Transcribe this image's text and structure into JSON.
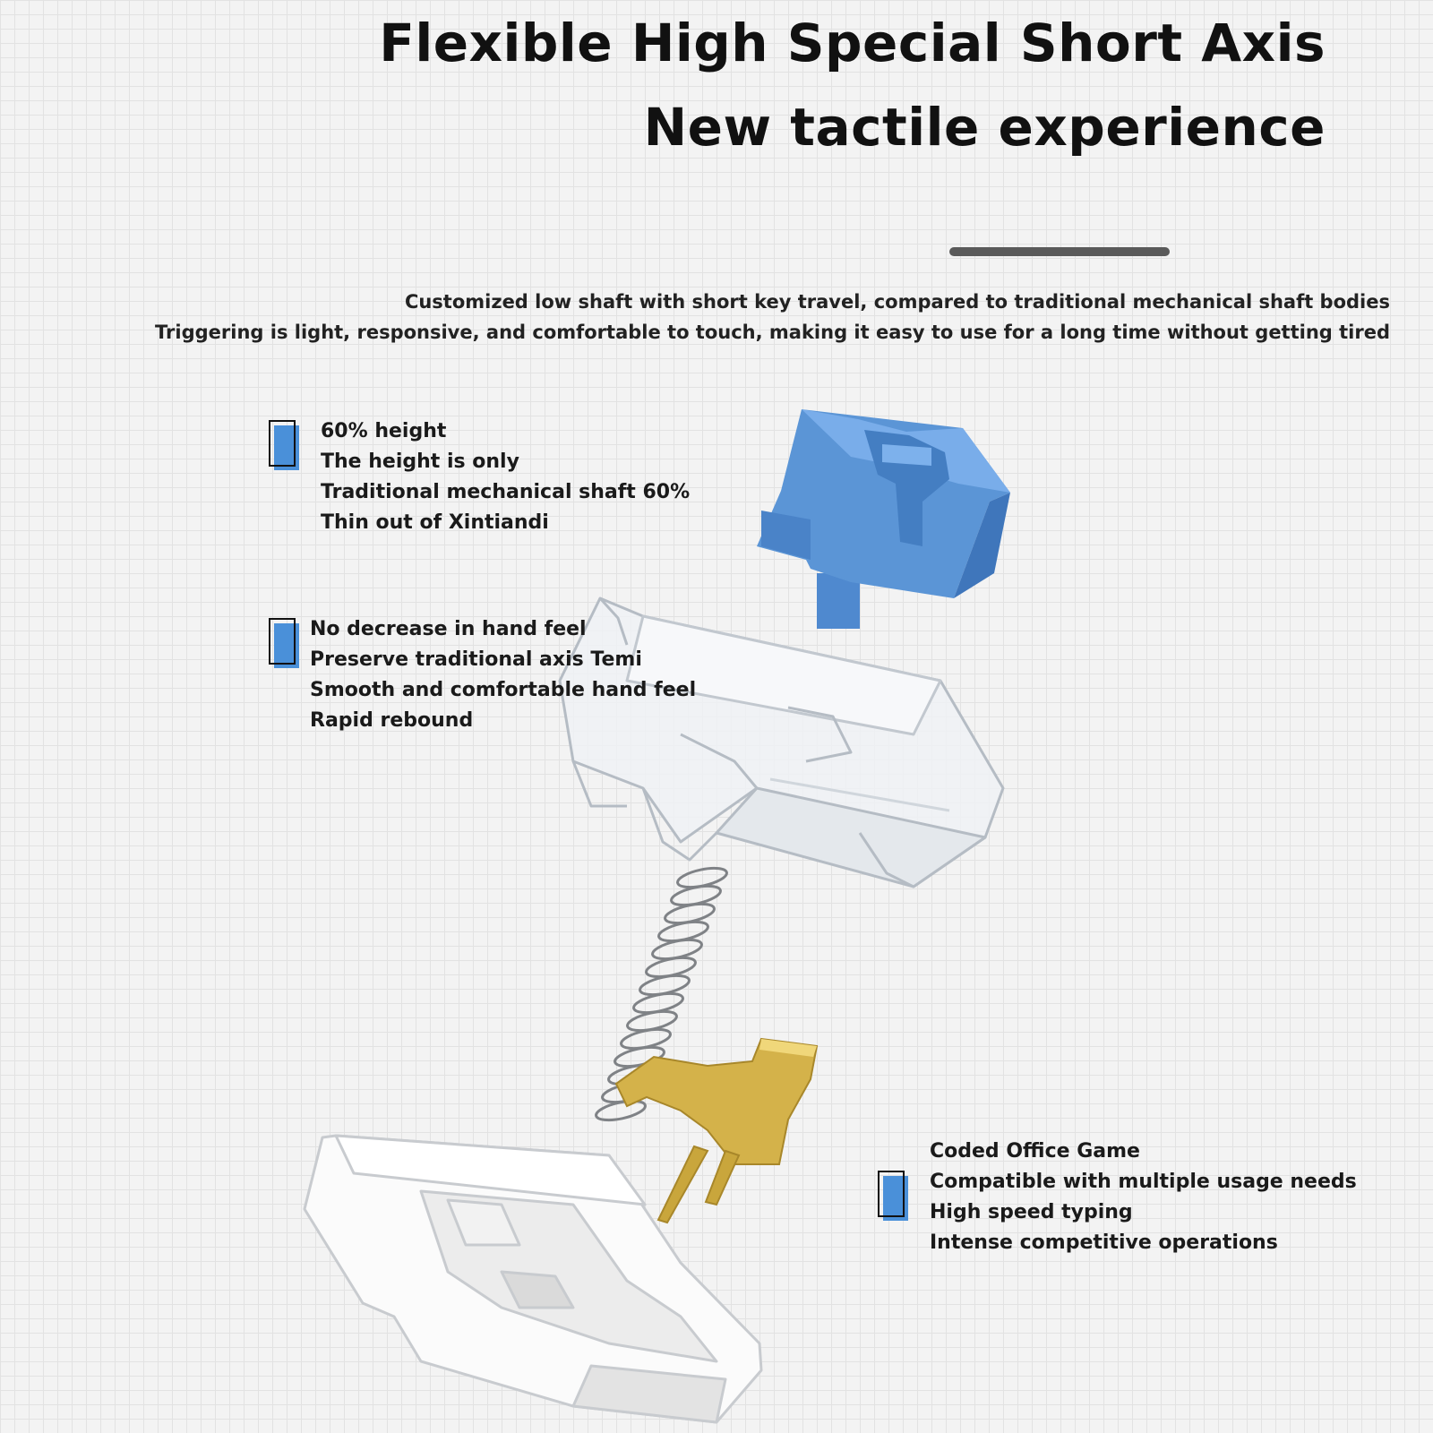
{
  "header": {
    "title_line1": "Flexible High Special Short Axis",
    "title_line2": "New tactile experience",
    "subtitle_line1": "Customized low shaft with short key travel, compared to traditional mechanical shaft bodies",
    "subtitle_line2": "Triggering is light, responsive, and comfortable to touch, making it easy to use for a long time without getting tired"
  },
  "features": [
    {
      "lines": [
        "60% height",
        "The height is only",
        "Traditional mechanical shaft 60%",
        "Thin out of Xintiandi"
      ]
    },
    {
      "lines": [
        "No decrease in hand feel",
        "Preserve traditional axis Temi",
        "Smooth and comfortable hand feel",
        "Rapid rebound"
      ]
    },
    {
      "lines": [
        "Coded Office Game",
        "Compatible with multiple usage needs",
        "High speed typing",
        "Intense competitive operations"
      ]
    }
  ],
  "colors": {
    "accent_blue": "#4a90d9",
    "stem_blue": "#5b95d6",
    "contact_gold": "#d4b24a",
    "divider_gray": "#5a5a5a"
  },
  "icons": [
    "feature-marker-icon",
    "key-stem-icon",
    "switch-housing-icon",
    "spring-icon",
    "metal-contact-icon",
    "switch-base-icon"
  ]
}
